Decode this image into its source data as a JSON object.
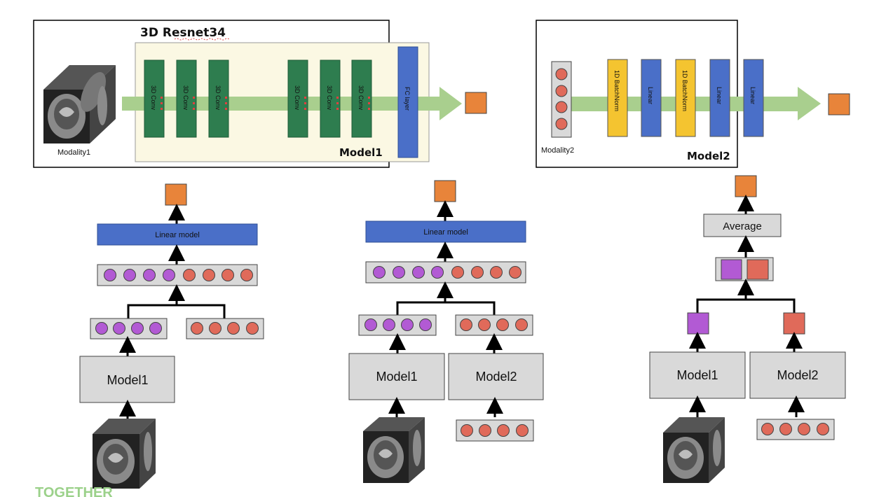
{
  "top_left": {
    "resnet_title": "3D Resnet34",
    "model_label": "Model1",
    "modality_label": "Modality1",
    "conv_labels": [
      "3D Conv",
      "3D Conv",
      "3D Conv",
      "3D Conv",
      "3D Conv",
      "3D Conv"
    ],
    "fc_label": "FC layer"
  },
  "top_right": {
    "model_label": "Model2",
    "modality_label": "Modality2",
    "layer_labels": [
      "1D BatchNorm",
      "Linear",
      "1D BatchNorm",
      "Linear",
      "Linear"
    ]
  },
  "fusion_left": {
    "linear_label": "Linear model",
    "model1_label": "Model1"
  },
  "fusion_middle": {
    "linear_label": "Linear model",
    "model1_label": "Model1",
    "model2_label": "Model2"
  },
  "fusion_right": {
    "average_label": "Average",
    "model1_label": "Model1",
    "model2_label": "Model2"
  },
  "footer": {
    "cut_text": "TOGETHER"
  },
  "colors": {
    "conv_green": "#2e7d4f",
    "fc_blue": "#4a6fc8",
    "batchnorm_yellow": "#f4c430",
    "output_orange": "#e8843a",
    "flow_green": "#a9cf8e",
    "resnet_bg": "#fbf8e3",
    "purple_node": "#b25ad4",
    "red_node": "#e06a5a",
    "gray_box": "#d9d9d9"
  }
}
